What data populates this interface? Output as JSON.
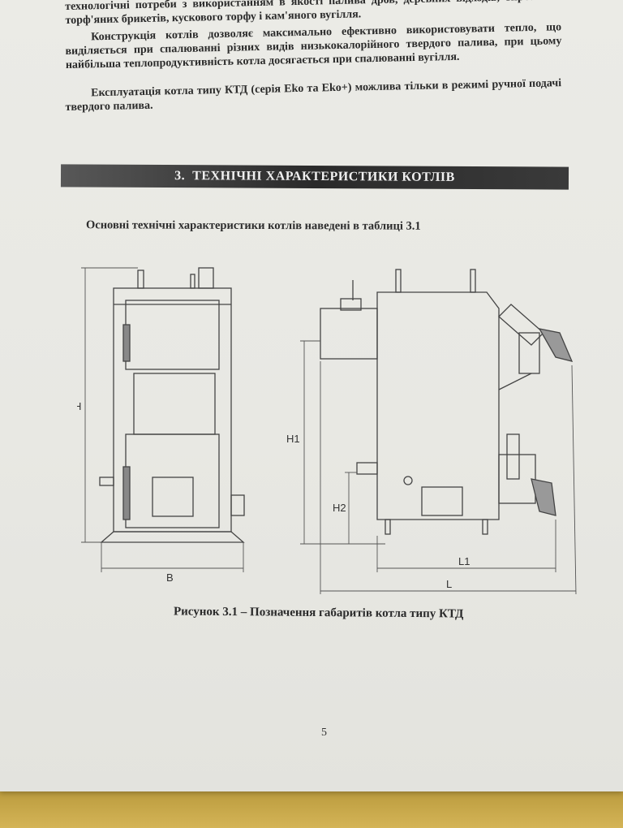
{
  "paragraphs": [
    "технологічні потреби з використанням в якості палива дров, деревних відходів, тирсових і торф'яних брикетів, кускового торфу і кам'яного вугілля.",
    "Конструкція котлів дозволяє максимально ефективно використовувати тепло, що виділяється при спалюванні різних видів низькокалорійного твердого палива, при цьому найбільша теплопродуктивність котла досягається при спалюванні вугілля.",
    "Експлуатація котла типу КТД (серія Eko та Eko+) можлива тільки в режимі ручної подачі твердого палива."
  ],
  "section": {
    "number": "3.",
    "title": "ТЕХНІЧНІ ХАРАКТЕРИСТИКИ КОТЛІВ"
  },
  "intro_text": "Основні технічні характеристики котлів наведені в таблиці 3.1",
  "figure": {
    "dimension_labels": {
      "height": "H",
      "width": "B",
      "height_1": "H1",
      "height_2": "H2",
      "length_1": "L1",
      "length": "L"
    },
    "caption": "Рисунок 3.1 – Позначення габаритів котла типу КТД"
  },
  "page_number": "5",
  "colors": {
    "paper": "#e8e8e3",
    "section_bar": "#2a2a2a",
    "desk": "#c9a94a"
  }
}
